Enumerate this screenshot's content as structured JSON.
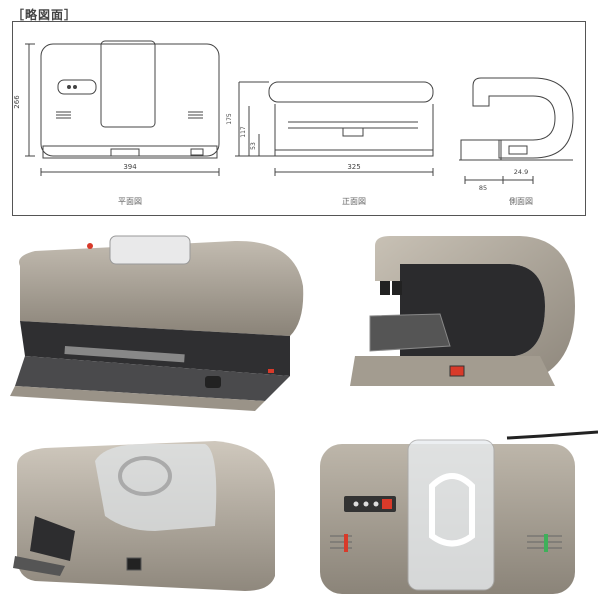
{
  "header": {
    "title": "［略図面］"
  },
  "drawing": {
    "views": [
      {
        "label": "平面図",
        "dims": {
          "height": "266",
          "width": "394"
        }
      },
      {
        "label": "正面図",
        "dims": {
          "height_total": "175",
          "height_mid": "117",
          "height_low": "53",
          "width": "325"
        }
      },
      {
        "label": "側面図",
        "dims": {
          "depth_a": "85",
          "depth_b": "24.9"
        }
      }
    ]
  },
  "colors": {
    "body_silver": "#a59d92",
    "body_dark": "#3a3a3c",
    "led_red": "#d83a2a",
    "led_green": "#3fb05a",
    "line": "#444444"
  },
  "photos": [
    {
      "icon": "laminator-front-angle"
    },
    {
      "icon": "laminator-side-view"
    },
    {
      "icon": "laminator-rear-angle"
    },
    {
      "icon": "laminator-front-panel"
    }
  ]
}
